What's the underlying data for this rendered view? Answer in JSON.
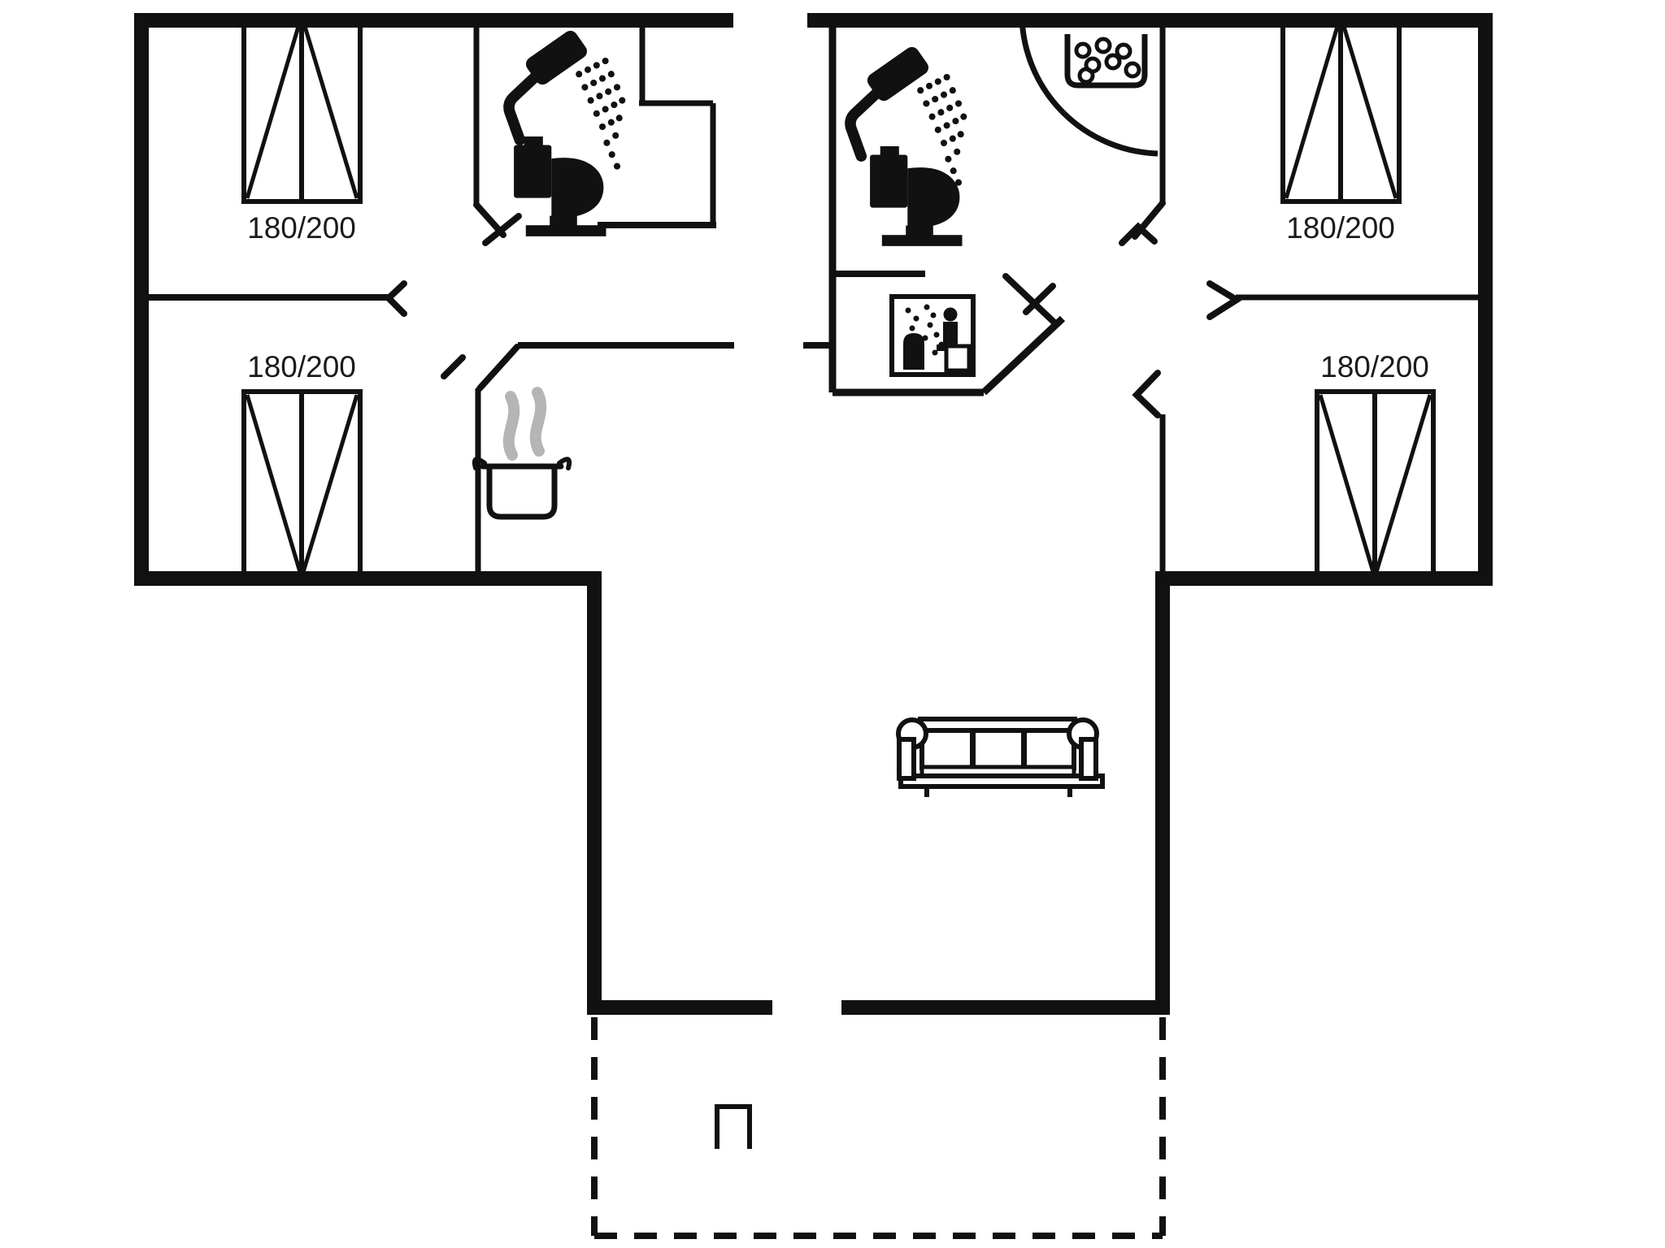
{
  "document": {
    "type": "floor-plan"
  },
  "beds": [
    {
      "id": "bed-top-left",
      "label": "180/200"
    },
    {
      "id": "bed-mid-left",
      "label": "180/200"
    },
    {
      "id": "bed-top-right",
      "label": "180/200"
    },
    {
      "id": "bed-mid-right",
      "label": "180/200"
    }
  ],
  "fixtures": {
    "shower_icon": "handheld shower head with spray droplets",
    "toilet_icon": "toilet silhouette",
    "whirlpool_icon": "tub box with bubbles",
    "sauna_icon": "person on sauna bench with steam and heater",
    "cooking_pot_icon": "pot with steam",
    "sofa_icon": "three-seat sofa",
    "terrace_marker_icon": "small open square on terrace"
  },
  "colors": {
    "wall": "#111111",
    "background": "#ffffff",
    "steam": "#b5b5b5",
    "label": "#1b1b1b"
  }
}
